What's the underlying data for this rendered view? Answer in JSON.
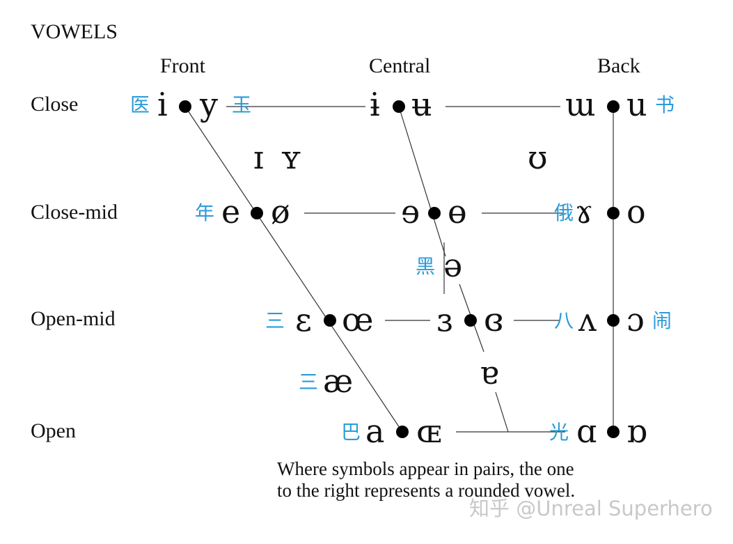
{
  "title": "VOWELS",
  "columns": {
    "front": "Front",
    "central": "Central",
    "back": "Back"
  },
  "rows": {
    "close": "Close",
    "close_mid": "Close-mid",
    "open_mid": "Open-mid",
    "open": "Open"
  },
  "symbols": {
    "close_front_unrounded": "i",
    "close_front_rounded": "y",
    "close_central_unrounded": "ɨ",
    "close_central_rounded": "ʉ",
    "close_back_unrounded": "ɯ",
    "close_back_rounded": "u",
    "near_close_front_unrounded": "ɪ",
    "near_close_front_rounded": "ʏ",
    "near_close_back_rounded": "ʊ",
    "close_mid_front_unrounded": "e",
    "close_mid_front_rounded": "ø",
    "close_mid_central_unrounded": "ɘ",
    "close_mid_central_rounded": "ɵ",
    "close_mid_back_unrounded": "ɤ",
    "close_mid_back_rounded": "o",
    "mid_central": "ə",
    "open_mid_front_unrounded": "ɛ",
    "open_mid_front_rounded": "œ",
    "open_mid_central_unrounded": "ɜ",
    "open_mid_central_rounded": "ɞ",
    "open_mid_back_unrounded": "ʌ",
    "open_mid_back_rounded": "ɔ",
    "near_open_front_unrounded": "æ",
    "near_open_central": "ɐ",
    "open_front_unrounded": "a",
    "open_front_rounded": "ɶ",
    "open_back_unrounded": "ɑ",
    "open_back_rounded": "ɒ"
  },
  "chinese_examples": {
    "i": "医",
    "y": "玉",
    "u": "书",
    "e": "年",
    "gamma": "俄",
    "schwa": "黑",
    "epsilon": "三",
    "ae": "三",
    "open_mid_back": "八",
    "open_o": "闹",
    "a": "巴",
    "alpha": "光"
  },
  "note": {
    "line1": "Where symbols appear in pairs, the one",
    "line2": "to the right represents a rounded vowel."
  },
  "watermark": "知乎 @Unreal Superhero",
  "colors": {
    "text": "#111111",
    "accent_blue": "#2b9bd8",
    "line": "#333333",
    "dot": "#000000"
  }
}
